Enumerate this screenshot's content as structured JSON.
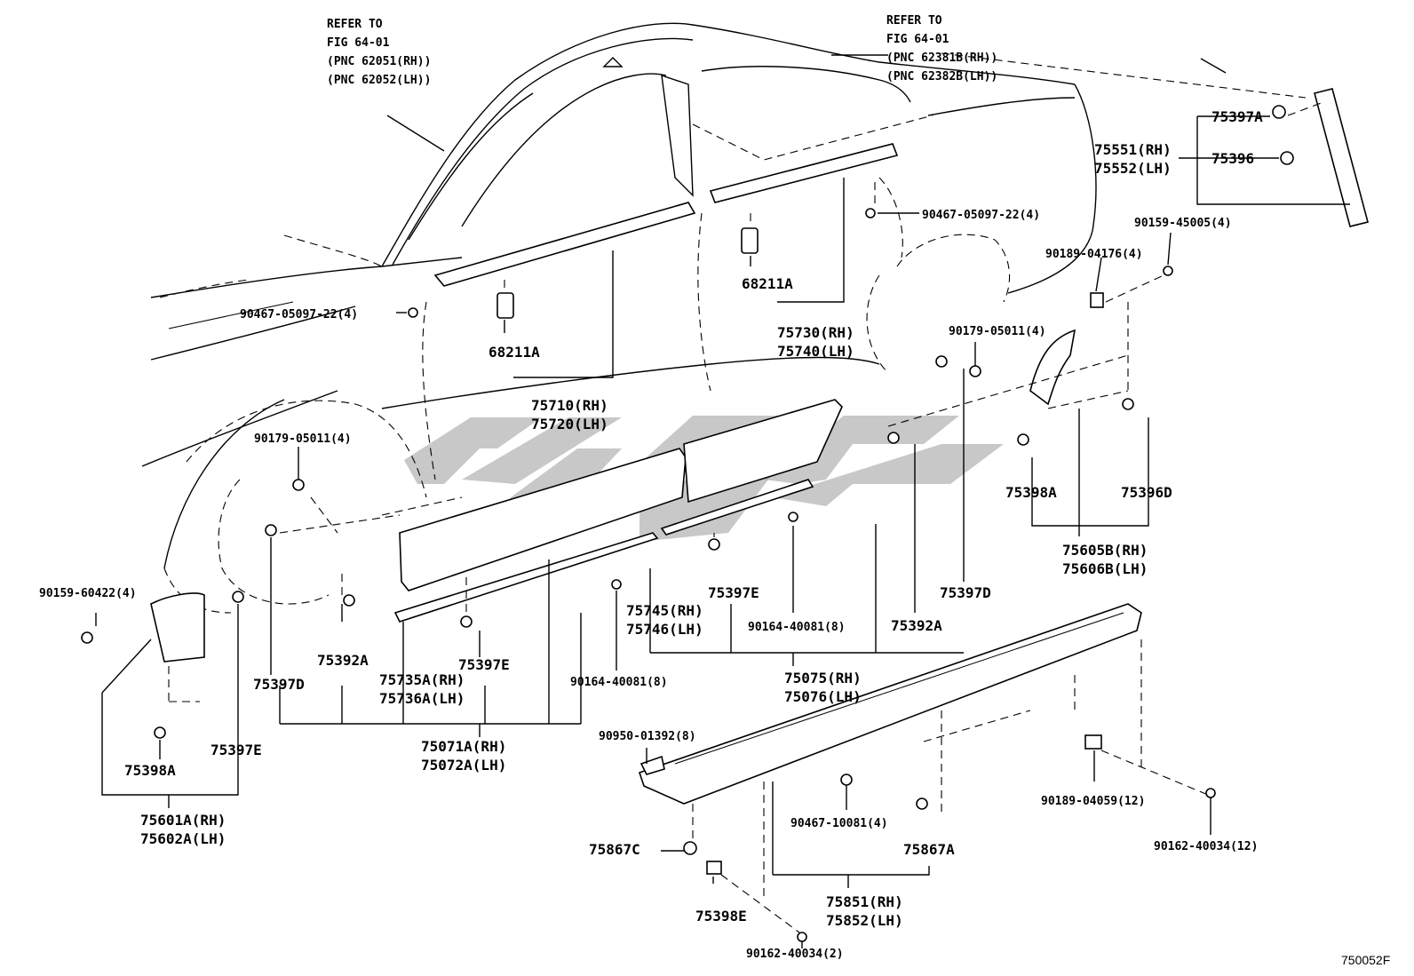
{
  "references": {
    "left": {
      "line1": "REFER TO",
      "line2": "FIG 64-01",
      "line3": "(PNC 62051(RH))",
      "line4": "(PNC 62052(LH))"
    },
    "right": {
      "line1": "REFER TO",
      "line2": "FIG 64-01",
      "line3": "(PNC 62381B(RH))",
      "line4": "(PNC 62382B(LH))"
    }
  },
  "labels": {
    "p75397A": "75397A",
    "p75396": "75396",
    "p75551": "75551(RH)",
    "p75552": "75552(LH)",
    "p90467_top": "90467-05097-22(4)",
    "p90159_45005": "90159-45005(4)",
    "p90189_04176": "90189-04176(4)",
    "p90179_right": "90179-05011(4)",
    "p68211A_right": "68211A",
    "p75730": "75730(RH)",
    "p75740": "75740(LH)",
    "p90467_left": "90467-05097-22(4)",
    "p68211A_left": "68211A",
    "p75710": "75710(RH)",
    "p75720": "75720(LH)",
    "p90179_left": "90179-05011(4)",
    "p75398A_right": "75398A",
    "p75396D": "75396D",
    "p75605B": "75605B(RH)",
    "p75606B": "75606B(LH)",
    "p75397D_right": "75397D",
    "p75392A_right": "75392A",
    "p75397E_mid": "75397E",
    "p90164_40081_mid": "90164-40081(8)",
    "p75745": "75745(RH)",
    "p75746": "75746(LH)",
    "p75075": "75075(RH)",
    "p75076": "75076(LH)",
    "p90159_60422": "90159-60422(4)",
    "p75392A_left": "75392A",
    "p75397D_left": "75397D",
    "p75735A": "75735A(RH)",
    "p75736A": "75736A(LH)",
    "p75397E_low": "75397E",
    "p90164_40081_low": "90164-40081(8)",
    "p75071A": "75071A(RH)",
    "p75072A": "75072A(LH)",
    "p75397E_left": "75397E",
    "p75398A_left": "75398A",
    "p75601A": "75601A(RH)",
    "p75602A": "75602A(LH)",
    "p90950_01392": "90950-01392(8)",
    "p90467_10081": "90467-10081(4)",
    "p75867A": "75867A",
    "p75867C": "75867C",
    "p90189_04059": "90189-04059(12)",
    "p90162_40034_12": "90162-40034(12)",
    "p75851": "75851(RH)",
    "p75852": "75852(LH)",
    "p75398E": "75398E",
    "p90162_40034_2": "90162-40034(2)"
  },
  "figure_code": "750052F"
}
